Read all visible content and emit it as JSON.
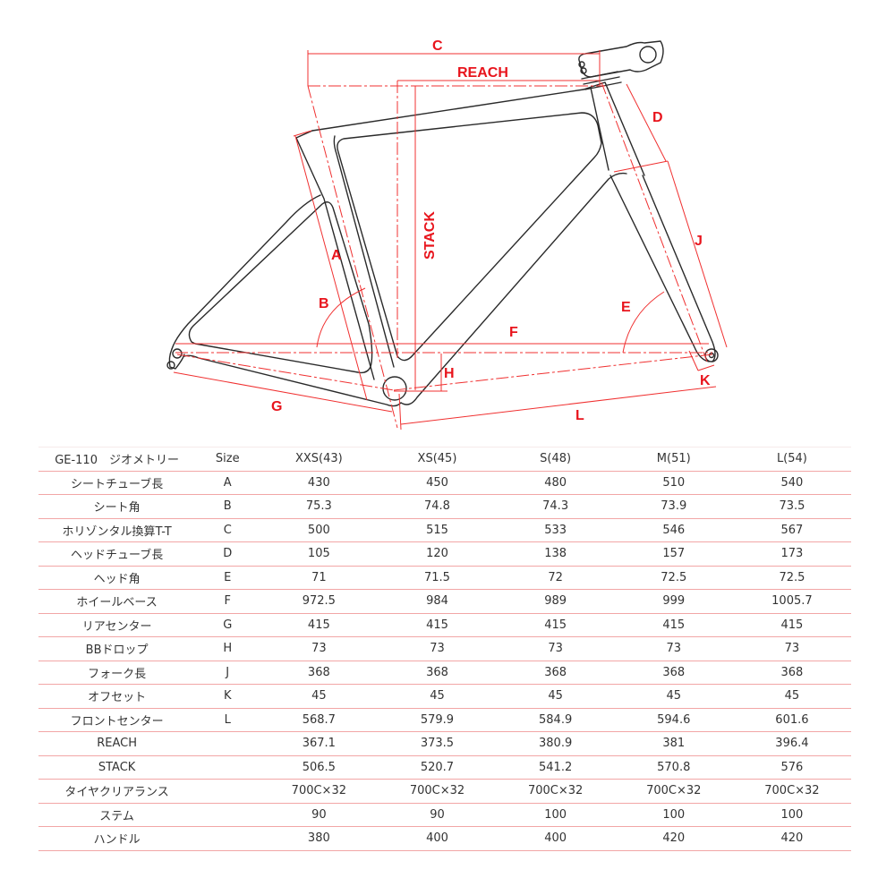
{
  "diagram": {
    "title": "GE-110 frame geometry diagram",
    "labels": {
      "A": "A",
      "B": "B",
      "C": "C",
      "D": "D",
      "E": "E",
      "F": "F",
      "G": "G",
      "H": "H",
      "J": "J",
      "K": "K",
      "L": "L",
      "reach": "REACH",
      "stack": "STACK"
    },
    "colors": {
      "dimension": "#e8141c",
      "frame": "#2a2a2a",
      "table_rule": "#f2a6a6"
    }
  },
  "table": {
    "header": {
      "title": "GE-110　ジオメトリー",
      "code": "Size",
      "sizes": [
        "XXS(43)",
        "XS(45)",
        "S(48)",
        "M(51)",
        "L(54)"
      ]
    },
    "rows": [
      {
        "label": "シートチューブ長",
        "code": "A",
        "values": [
          "430",
          "450",
          "480",
          "510",
          "540"
        ]
      },
      {
        "label": "シート角",
        "code": "B",
        "values": [
          "75.3",
          "74.8",
          "74.3",
          "73.9",
          "73.5"
        ]
      },
      {
        "label": "ホリゾンタル換算T-T",
        "code": "C",
        "values": [
          "500",
          "515",
          "533",
          "546",
          "567"
        ]
      },
      {
        "label": "ヘッドチューブ長",
        "code": "D",
        "values": [
          "105",
          "120",
          "138",
          "157",
          "173"
        ]
      },
      {
        "label": "ヘッド角",
        "code": "E",
        "values": [
          "71",
          "71.5",
          "72",
          "72.5",
          "72.5"
        ]
      },
      {
        "label": "ホイールベース",
        "code": "F",
        "values": [
          "972.5",
          "984",
          "989",
          "999",
          "1005.7"
        ]
      },
      {
        "label": "リアセンター",
        "code": "G",
        "values": [
          "415",
          "415",
          "415",
          "415",
          "415"
        ]
      },
      {
        "label": "BBドロップ",
        "code": "H",
        "values": [
          "73",
          "73",
          "73",
          "73",
          "73"
        ]
      },
      {
        "label": "フォーク長",
        "code": "J",
        "values": [
          "368",
          "368",
          "368",
          "368",
          "368"
        ]
      },
      {
        "label": "オフセット",
        "code": "K",
        "values": [
          "45",
          "45",
          "45",
          "45",
          "45"
        ]
      },
      {
        "label": "フロントセンター",
        "code": "L",
        "values": [
          "568.7",
          "579.9",
          "584.9",
          "594.6",
          "601.6"
        ]
      },
      {
        "label": "REACH",
        "code": "",
        "values": [
          "367.1",
          "373.5",
          "380.9",
          "381",
          "396.4"
        ]
      },
      {
        "label": "STACK",
        "code": "",
        "values": [
          "506.5",
          "520.7",
          "541.2",
          "570.8",
          "576"
        ]
      },
      {
        "label": "タイヤクリアランス",
        "code": "",
        "values": [
          "700C×32",
          "700C×32",
          "700C×32",
          "700C×32",
          "700C×32"
        ]
      },
      {
        "label": "ステム",
        "code": "",
        "values": [
          "90",
          "90",
          "100",
          "100",
          "100"
        ]
      },
      {
        "label": "ハンドル",
        "code": "",
        "values": [
          "380",
          "400",
          "400",
          "420",
          "420"
        ]
      }
    ]
  }
}
